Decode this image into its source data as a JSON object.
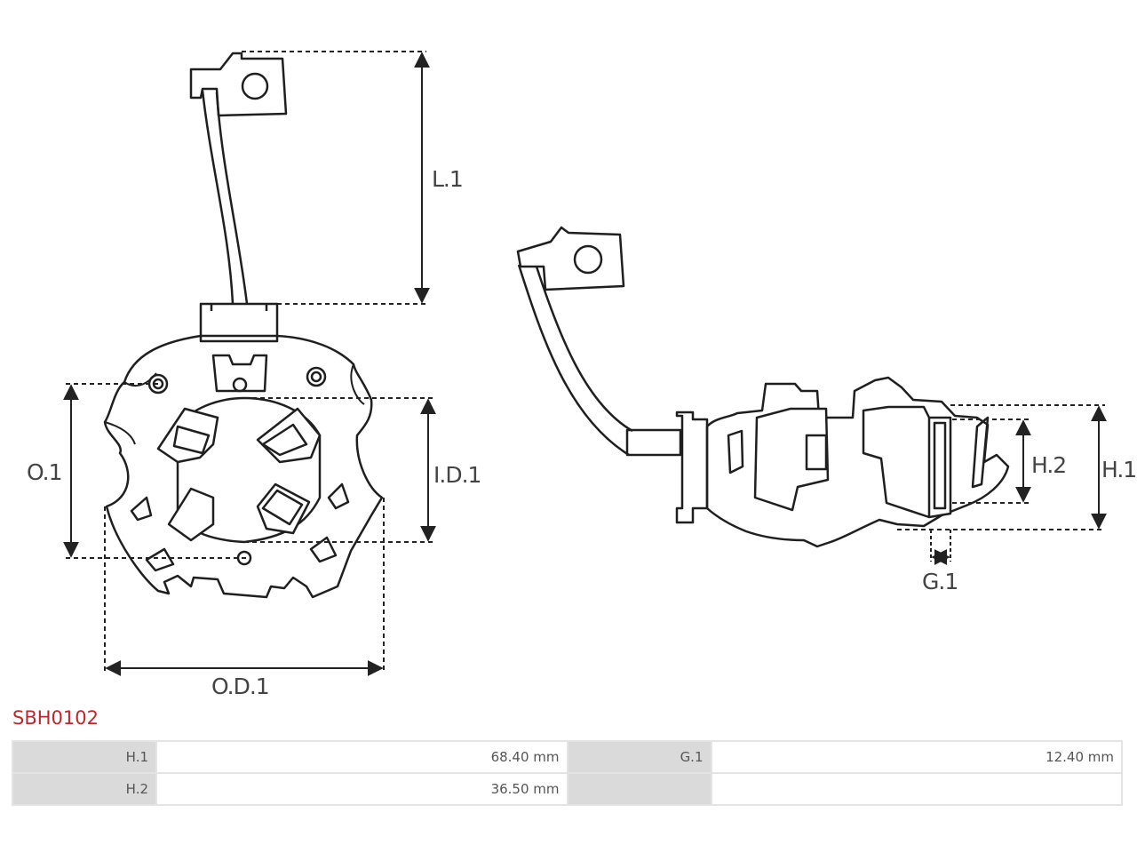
{
  "drawing": {
    "dimension_labels": {
      "l1": "L.1",
      "o1": "O.1",
      "id1": "I.D.1",
      "od1": "O.D.1",
      "h1": "H.1",
      "h2": "H.2",
      "g1": "G.1"
    }
  },
  "product": {
    "code": "SBH0102",
    "code_color": "#c0262d"
  },
  "specs": {
    "rows": [
      {
        "key1": "H.1",
        "val1": "68.40 mm",
        "key2": "G.1",
        "val2": "12.40 mm"
      },
      {
        "key1": "H.2",
        "val1": "36.50 mm",
        "key2": "",
        "val2": ""
      }
    ]
  }
}
